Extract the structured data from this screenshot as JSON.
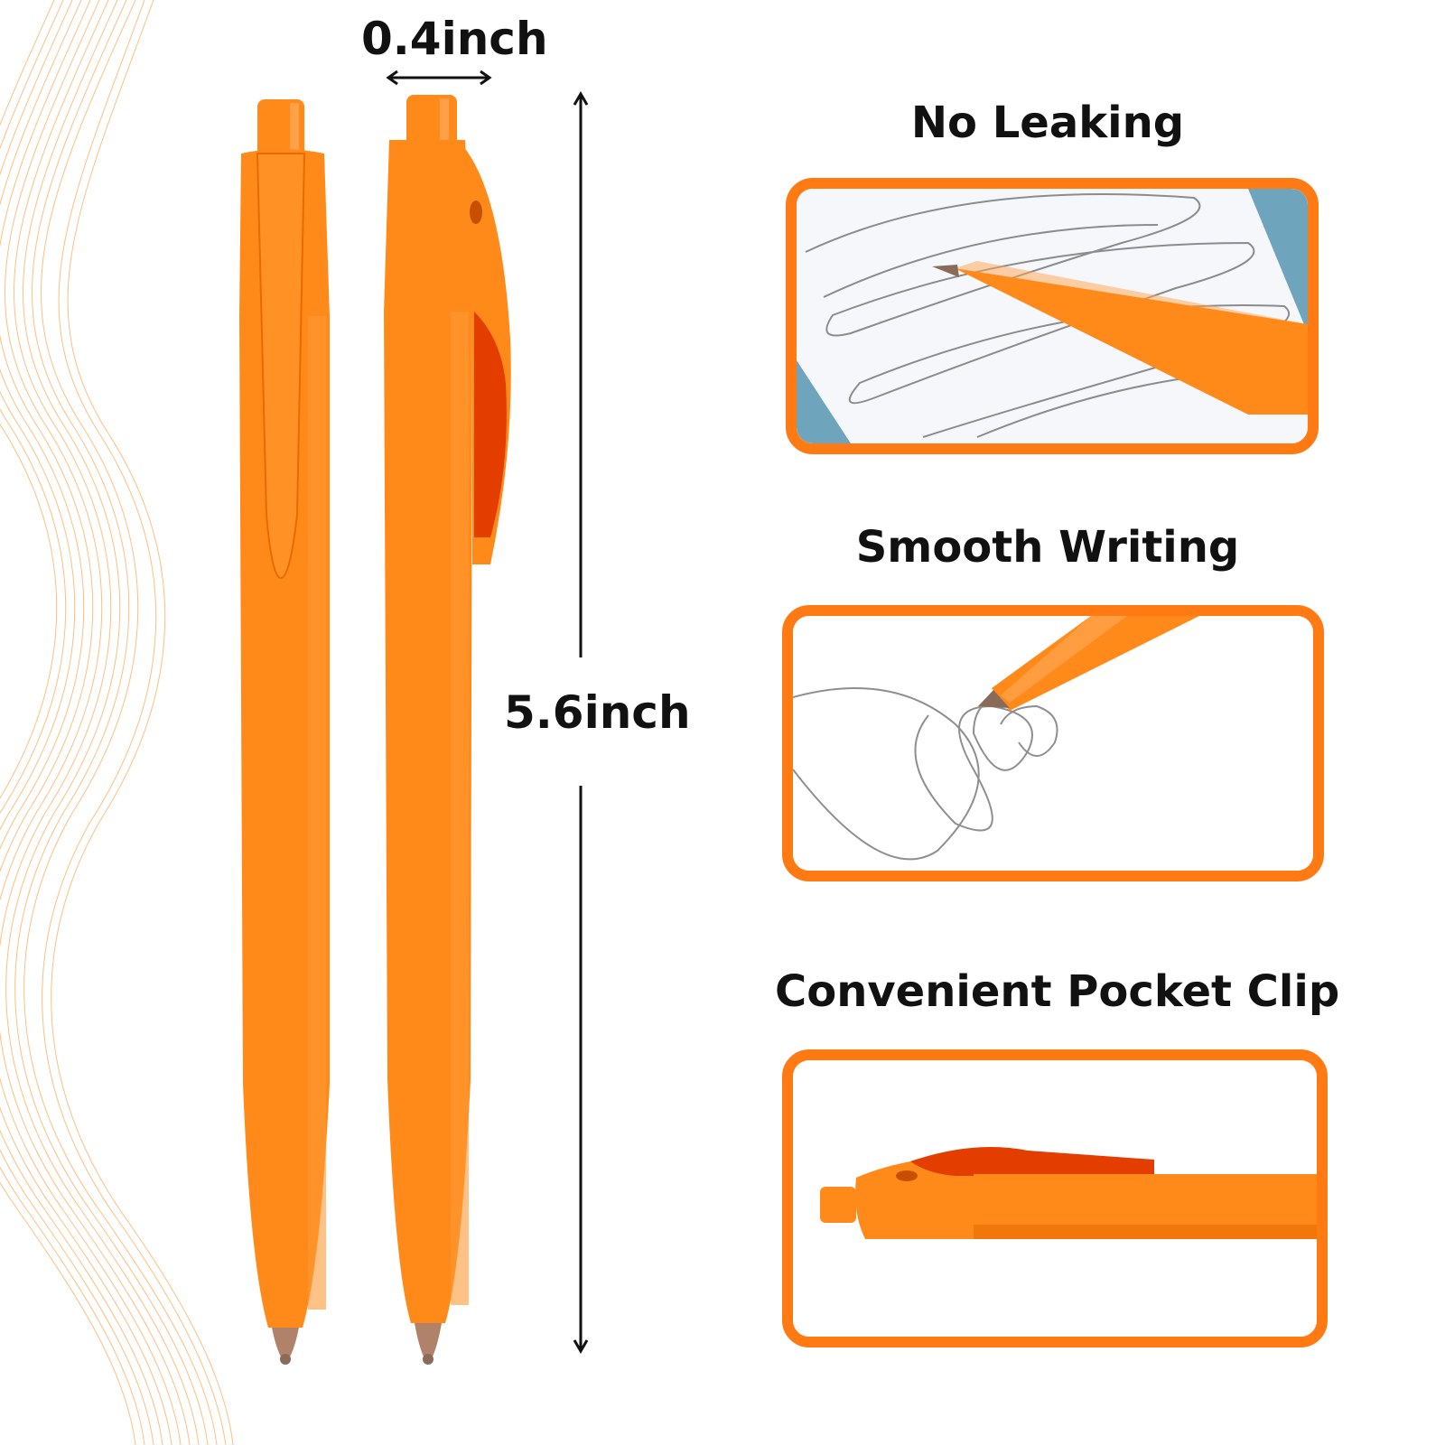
{
  "dimensions": {
    "width_label": "0.4inch",
    "length_label": "5.6inch"
  },
  "features": [
    {
      "title": "No Leaking"
    },
    {
      "title": "Smooth Writing"
    },
    {
      "title": "Convenient Pocket Clip"
    }
  ],
  "colors": {
    "accent": "#ff7a12",
    "pen_body": "#ff8a1a",
    "pen_shadow": "#e96a00",
    "text": "#111111"
  }
}
